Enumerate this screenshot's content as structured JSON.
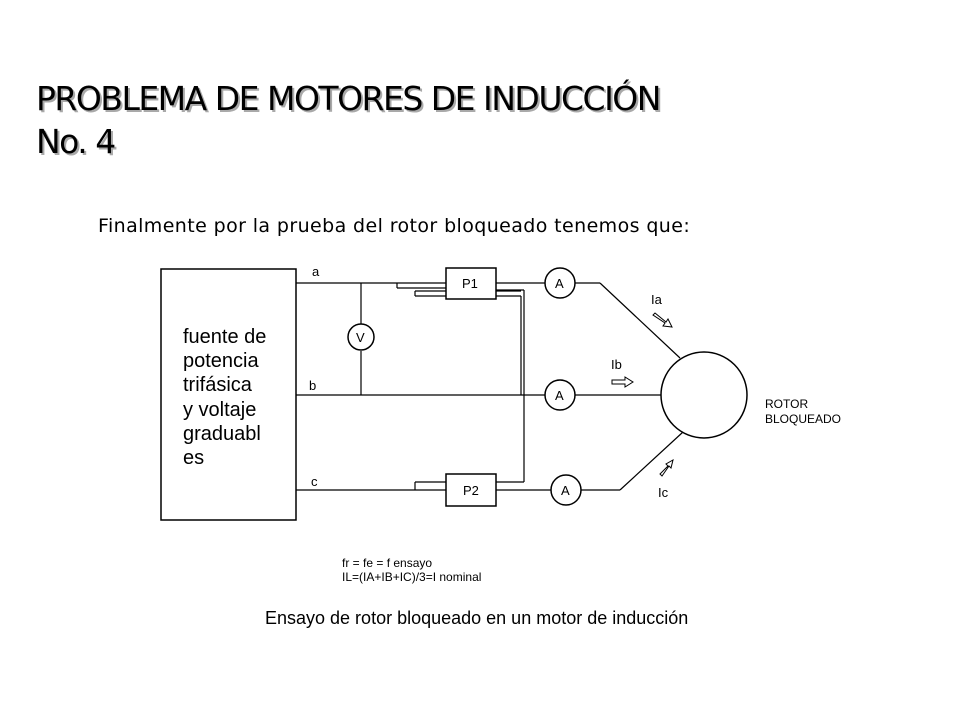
{
  "slide": {
    "title_line1": "PROBLEMA DE MOTORES DE INDUCCIÓN",
    "title_line2": "No. 4",
    "intro": "Finalmente por la prueba del rotor bloqueado tenemos que:"
  },
  "diagram": {
    "source_lines": [
      "fuente de",
      "potencia",
      "trifásica",
      "y voltaje",
      "graduabl",
      "es"
    ],
    "phase_a": "a",
    "phase_b": "b",
    "phase_c": "c",
    "voltmeter": "V",
    "wattmeter_1": "P1",
    "wattmeter_2": "P2",
    "ammeter": "A",
    "current_a": "Ia",
    "current_b": "Ib",
    "current_c": "Ic",
    "rotor_line1": "ROTOR",
    "rotor_line2": "BLOQUEADO",
    "note_line1": "fr = fe = f ensayo",
    "note_line2": "IL=(IA+IB+IC)/3=I nominal",
    "caption": "Ensayo de rotor bloqueado en un motor de inducción"
  }
}
